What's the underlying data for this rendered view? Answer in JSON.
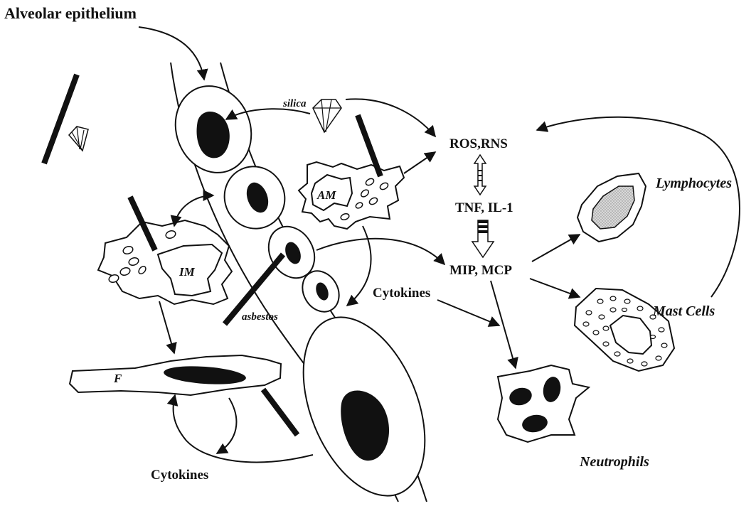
{
  "labels": {
    "alveolar_epithelium": "Alveolar epithelium",
    "silica": "silica",
    "asbestos": "asbestos",
    "am": "AM",
    "im": "IM",
    "f": "F",
    "ros_rns": "ROS,RNS",
    "tnf_il1": "TNF, IL-1",
    "mip_mcp": "MIP, MCP",
    "cytokines_mid": "Cytokines",
    "cytokines_bottom": "Cytokines",
    "lymphocytes": "Lymphocytes",
    "mast_cells": "Mast Cells",
    "neutrophils": "Neutrophils"
  }
}
